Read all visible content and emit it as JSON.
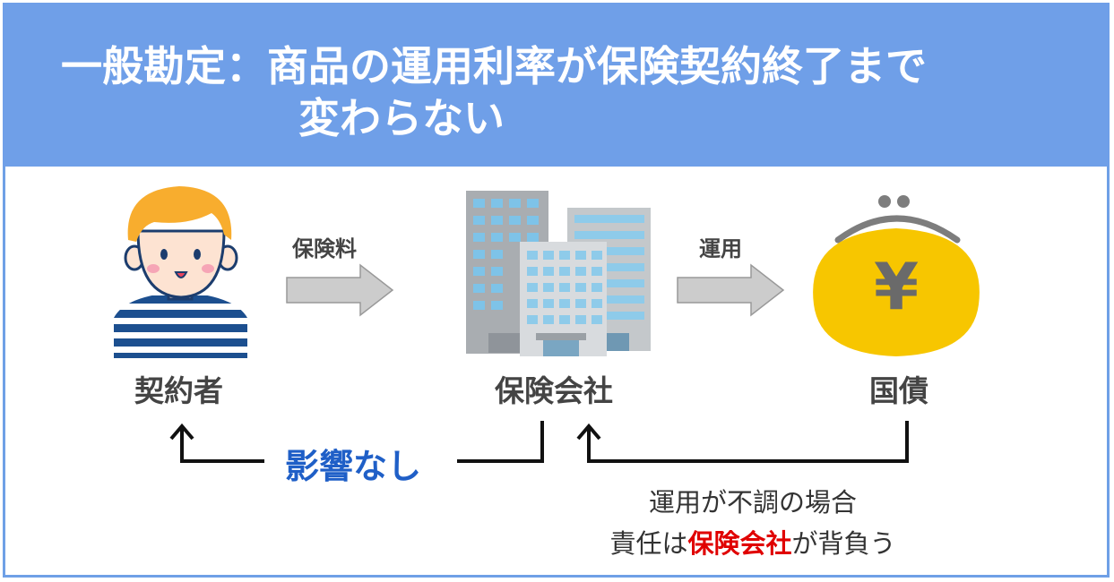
{
  "title": {
    "line1": "一般勘定：商品の運用利率が保険契約終了まで",
    "line2": "変わらない"
  },
  "arrows": {
    "premium_label": "保険料",
    "investment_label": "運用"
  },
  "entities": {
    "policyholder": "契約者",
    "insurer": "保険会社",
    "bonds": "国債"
  },
  "no_effect_label": "影響なし",
  "note": {
    "line1": "運用が不調の場合",
    "line2_before": "責任は",
    "line2_highlight": "保険会社",
    "line2_after": "が背負う"
  },
  "icons": {
    "bonds_symbol": "¥"
  },
  "colors": {
    "header_bg": "#6f9fe8",
    "highlight_red": "#e00000",
    "no_effect_blue": "#1f5fc7",
    "purse_yellow": "#f7c600"
  }
}
